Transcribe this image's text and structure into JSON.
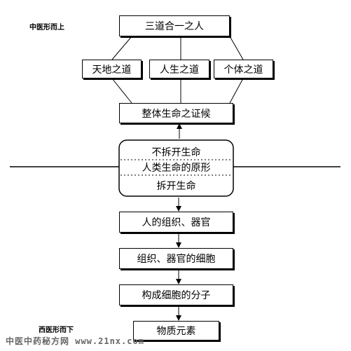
{
  "labels": {
    "top_left": "中医形而上",
    "bottom_left": "西医形而下"
  },
  "boxes": {
    "root": "三道合一之人",
    "tiandi": "天地之道",
    "rensheng": "人生之道",
    "geti": "个体之道",
    "zhengti": "整体生命之证候",
    "buchai": "不拆开生命",
    "renlei": "人类生命的原形",
    "chaikai": "拆开生命",
    "zuzhi": "人的组织、器官",
    "xibao": "组织、器官的细胞",
    "fenzi": "构成细胞的分子",
    "wuzhi": "物质元素"
  },
  "watermark": "中医中药秘方网 www.21nx.com"
}
